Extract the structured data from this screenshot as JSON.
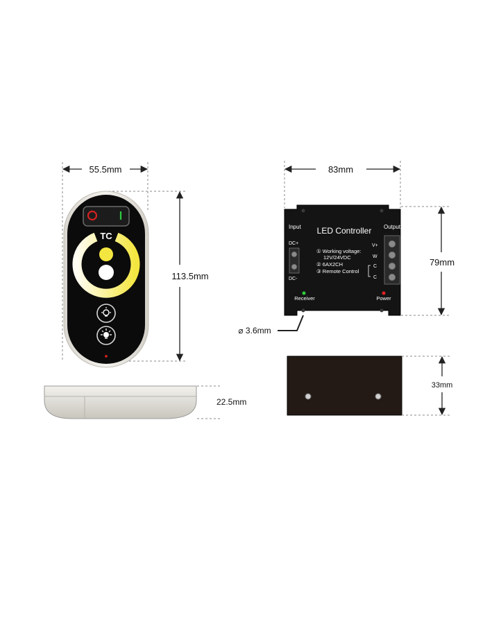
{
  "remote": {
    "width_label": "55.5mm",
    "height_label": "113.5mm",
    "thickness_label": "22.5mm",
    "logo_text": "TC",
    "colors": {
      "body": "#0b0b0b",
      "shell": "#e9e6e0",
      "warm": "#f4e640",
      "cool": "#fffdf2"
    },
    "icons": [
      "power-icon",
      "brightness-down-icon",
      "brightness-up-icon"
    ]
  },
  "controller": {
    "width_label": "83mm",
    "height_label": "79mm",
    "depth_label": "33mm",
    "hole_label": "⌀ 3.6mm",
    "title": "LED Controller",
    "input_label": "Input",
    "output_label": "Output",
    "dc_plus": "DC+",
    "dc_minus": "DC-",
    "spec_1": "① Working voltage:",
    "spec_1b": "12V/24VDC",
    "spec_2": "② 6AX2CH",
    "spec_3": "③ Remote Control",
    "out_v": "V+",
    "out_w": "W",
    "out_c1": "C",
    "out_c2": "C",
    "receiver_label": "Receiver",
    "power_label": "Power",
    "colors": {
      "body": "#141414",
      "side": "#231a16",
      "led_receiver": "#2ecc40",
      "led_power": "#e52222"
    }
  }
}
